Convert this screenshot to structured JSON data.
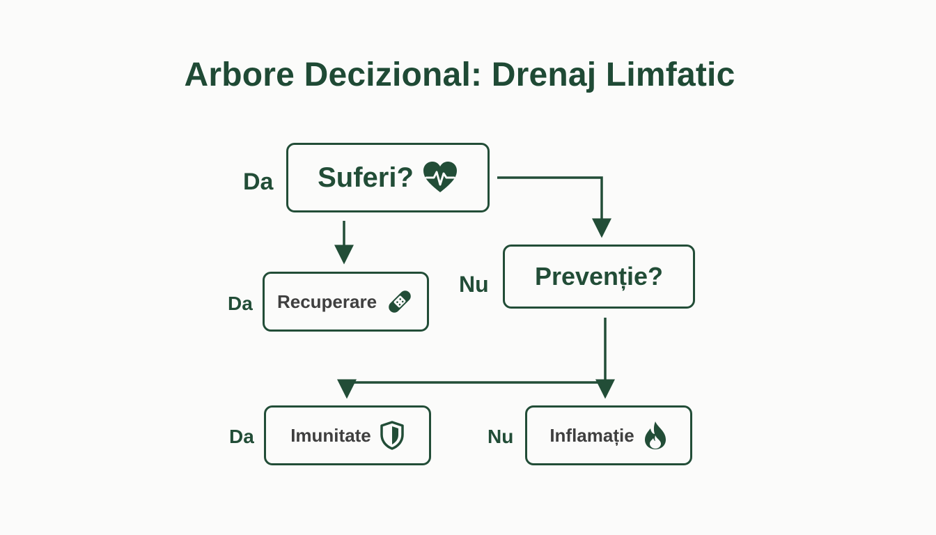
{
  "title": "Arbore Decizional: Drenaj Limfatic",
  "colors": {
    "accent": "#224d37",
    "leaf_text": "#3f3f3f",
    "background": "#fbfbfa"
  },
  "nodes": {
    "suferi": {
      "label": "Suferi?",
      "icon": "heart-pulse-icon",
      "side_label": "Da"
    },
    "preventie": {
      "label": "Prevenție?",
      "side_label": "Nu"
    },
    "recuperare": {
      "label": "Recuperare",
      "icon": "bandage-icon",
      "side_label": "Da"
    },
    "imunitate": {
      "label": "Imunitate",
      "icon": "shield-icon",
      "side_label": "Da"
    },
    "inflamatie": {
      "label": "Inflamație",
      "icon": "flame-icon",
      "side_label": "Nu"
    }
  }
}
